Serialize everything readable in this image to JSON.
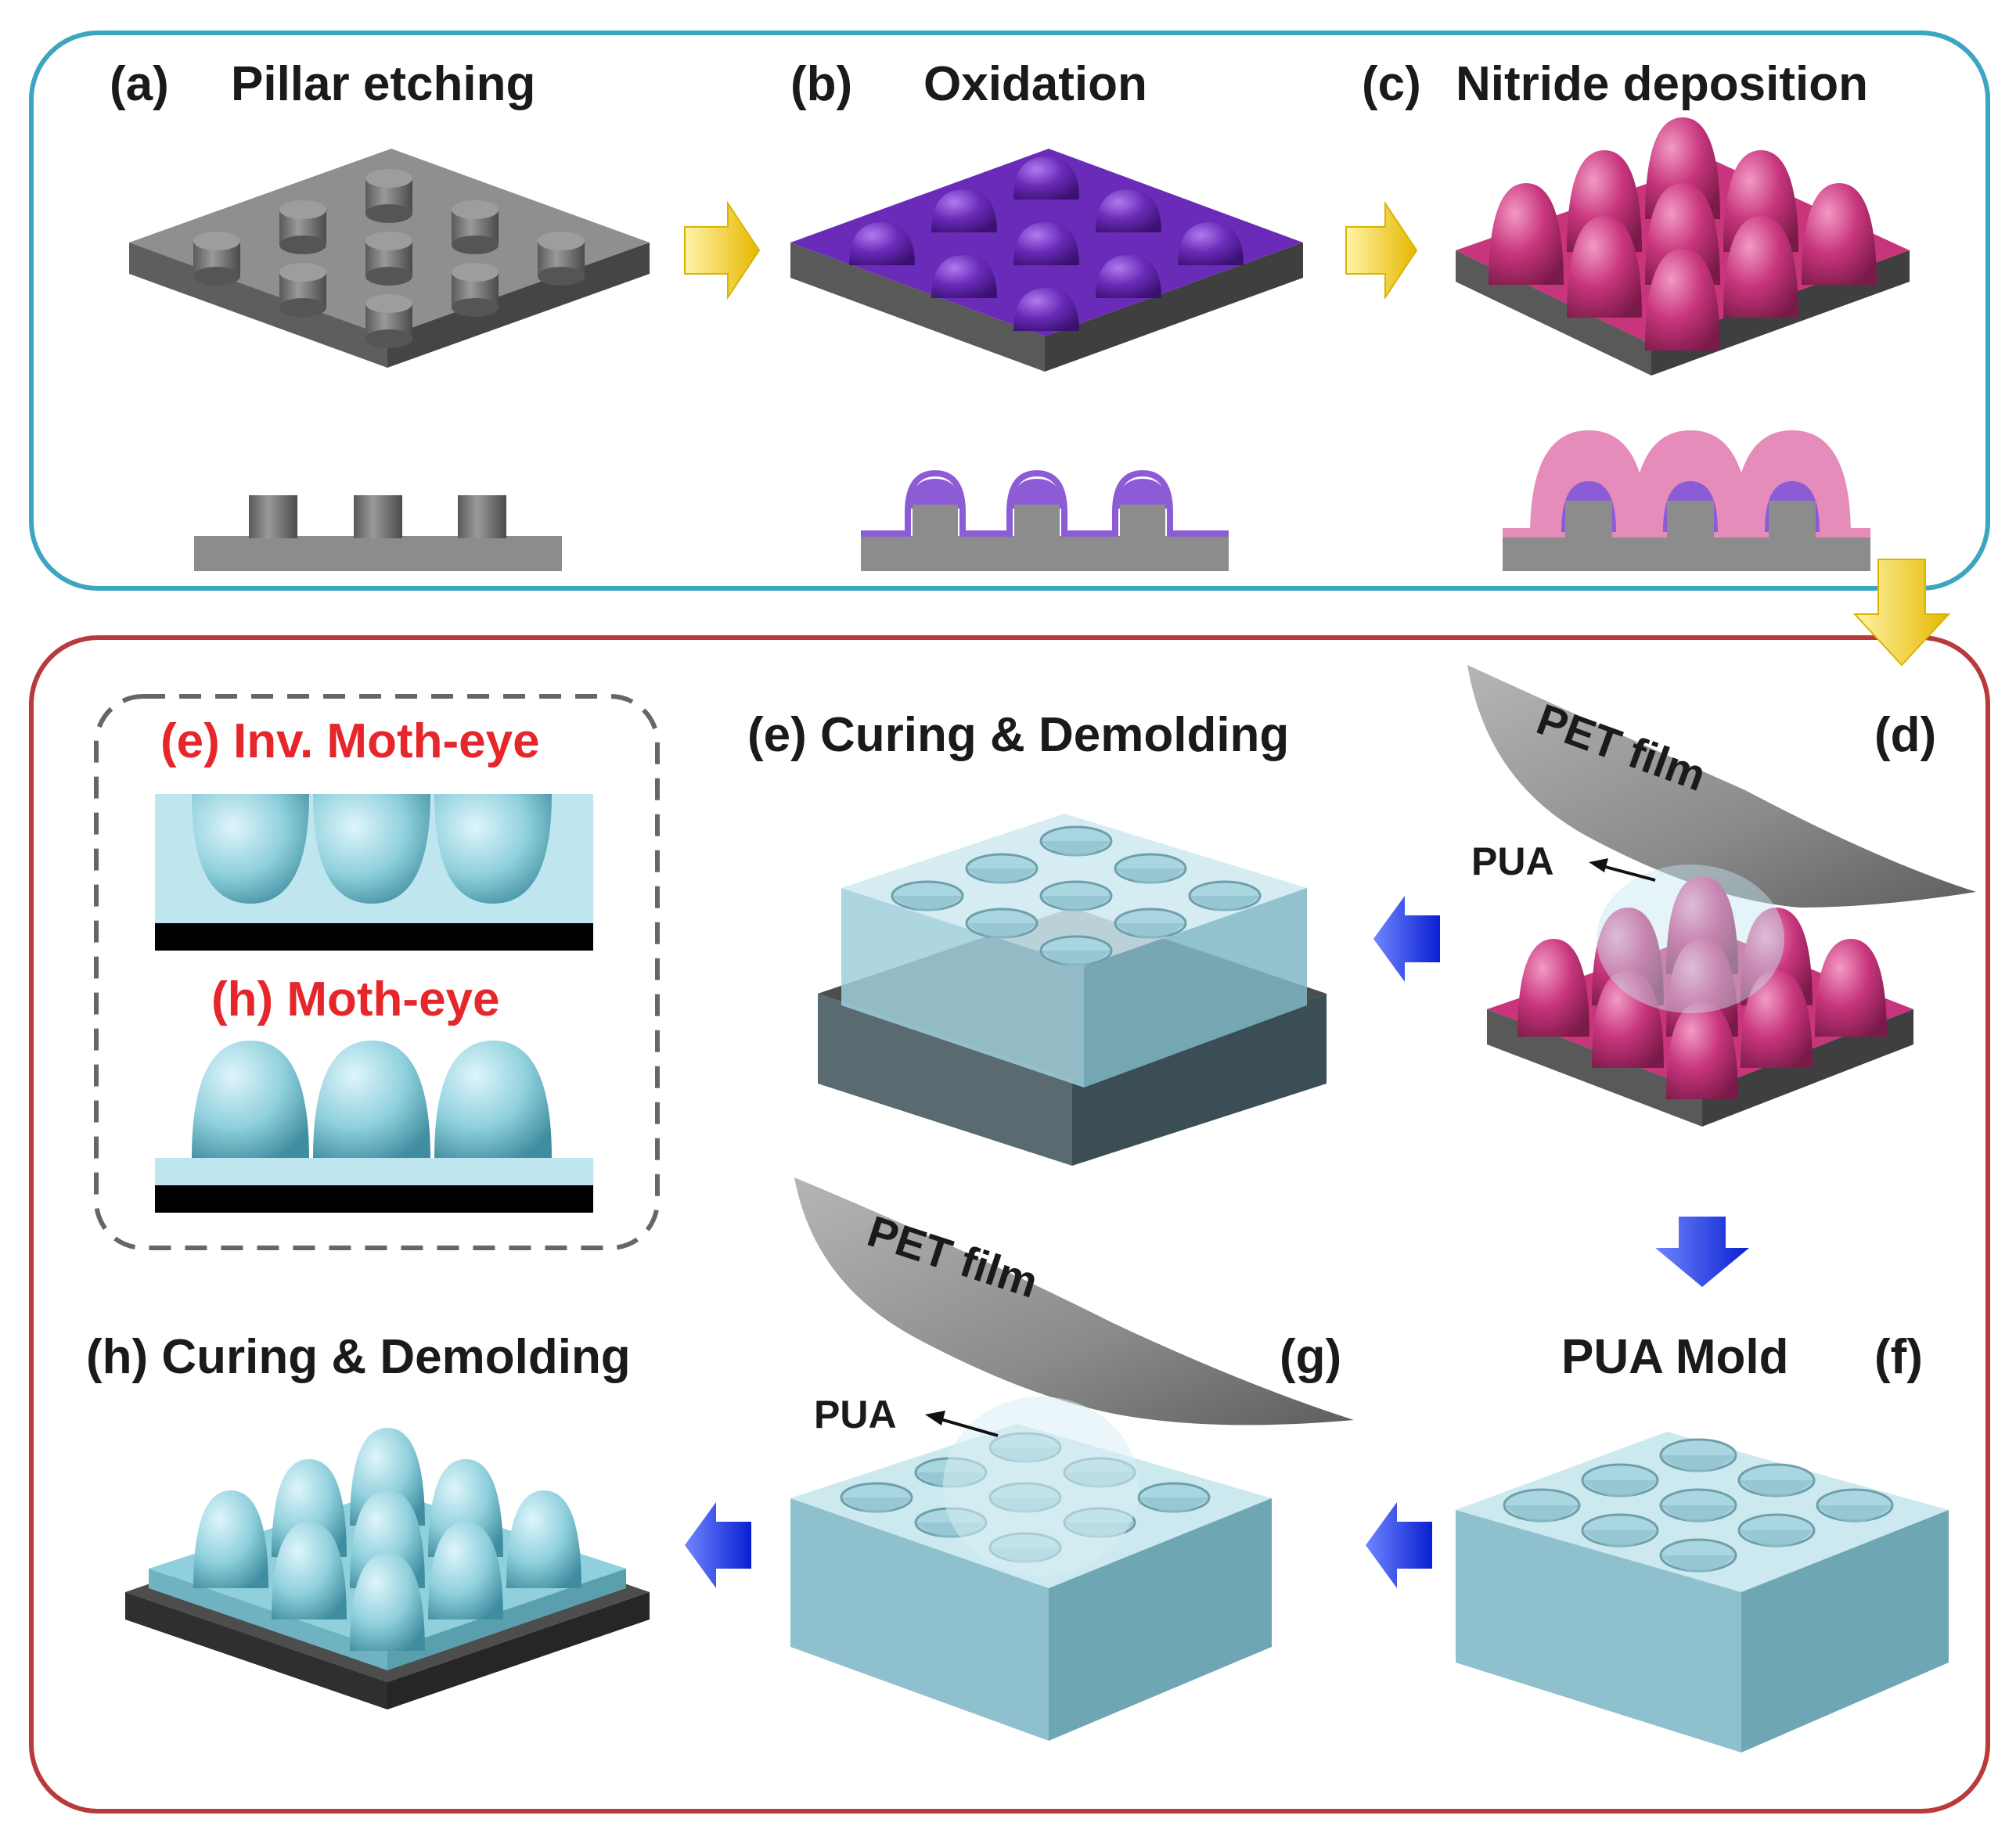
{
  "colors": {
    "top_border": "#3aa6bf",
    "bottom_border": "#b83a3a",
    "silicon": "#8c8c8c",
    "oxide": "#6a2bb8",
    "nitride": "#c8357d",
    "pua": "#8fd0dc",
    "arrow_yellow": "#f5d94a",
    "arrow_blue": "#1f3bff",
    "label_red": "#e5262b"
  },
  "top_panel": {
    "a_tag": "(a)",
    "a_title": "Pillar etching",
    "b_tag": "(b)",
    "b_title": "Oxidation",
    "c_tag": "(c)",
    "c_title": "Nitride deposition"
  },
  "bottom_panel": {
    "d_tag": "(d)",
    "d_film": "PET film",
    "d_pua": "PUA",
    "e_title": "(e) Curing & Demolding",
    "f_title": "PUA Mold",
    "f_tag": "(f)",
    "g_tag": "(g)",
    "g_film": "PET film",
    "g_pua": "PUA",
    "h_title": "(h) Curing & Demolding"
  },
  "inset": {
    "e_label": "(e) Inv. Moth-eye",
    "h_label": "(h) Moth-eye"
  }
}
